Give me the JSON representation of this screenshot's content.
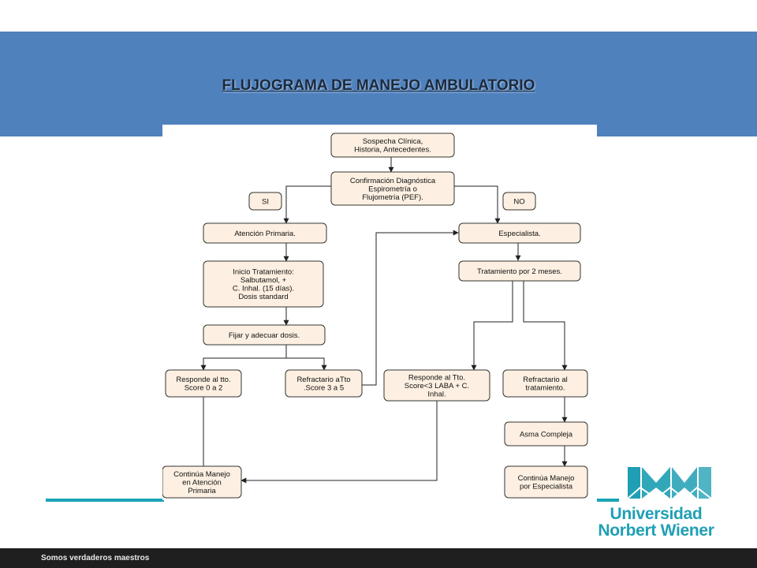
{
  "slide": {
    "title": "FLUJOGRAMA DE MANEJO AMBULATORIO",
    "footer": "Somos verdaderos maestros",
    "logo": {
      "line1": "Universidad",
      "line2": "Norbert Wiener",
      "color": "#1f9fb4"
    },
    "colors": {
      "header": "#4f81bd",
      "box_fill": "#fdf0e2",
      "accent": "#1aa3b8"
    }
  },
  "flowchart": {
    "nodes": {
      "sospecha": [
        "Sospecha Clínica,",
        "Historia, Antecedentes."
      ],
      "confirmacion": [
        "Confirmación Diagnóstica",
        "Espirometría o",
        "Flujometría (PEF)."
      ],
      "si": [
        "SI"
      ],
      "no": [
        "NO"
      ],
      "atencion": [
        "Atención Primaria."
      ],
      "especialista": [
        "Especialista."
      ],
      "inicio": [
        "Inicio Tratamiento:",
        "Salbutamol, +",
        "C. Inhal. (15 días).",
        "Dosis standard"
      ],
      "tratamiento": [
        "Tratamiento por 2 meses."
      ],
      "fijar": [
        "Fijar y adecuar dosis."
      ],
      "responde_primaria": [
        "Responde al tto.",
        "Score 0 a 2"
      ],
      "refractario_primaria": [
        "Refractario aTto",
        ".Score 3 a 5"
      ],
      "responde_especialista": [
        "Responde al Tto.",
        "Score<3  LABA + C.",
        "Inhal."
      ],
      "refractario_especialista": [
        "Refractario al",
        "tratamiento."
      ],
      "asma": [
        "Asma Compleja"
      ],
      "continua_primaria": [
        "Continúa Manejo",
        "en Atención",
        "Primaria"
      ],
      "continua_especialista": [
        "Continúa Manejo",
        "por Especialista"
      ]
    }
  }
}
